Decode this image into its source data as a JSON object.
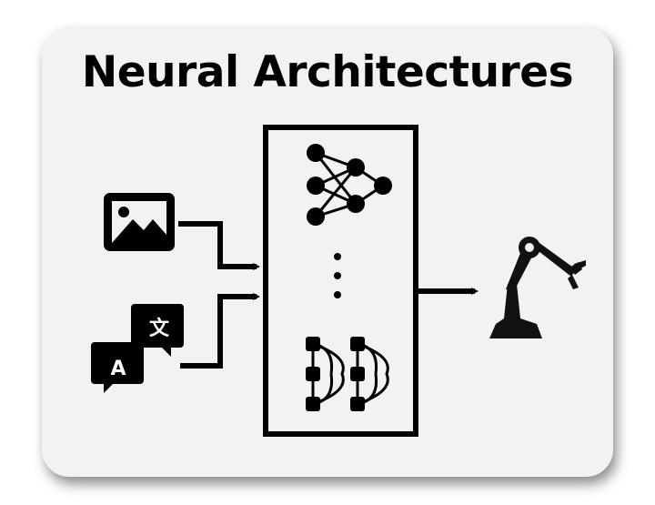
{
  "title": "Neural Architectures",
  "icons": {
    "image_input": "image-icon",
    "language_input": "translate-icon",
    "output": "robot-arm-icon",
    "top_model": "neural-network-icon",
    "bottom_model": "recurrent-network-icon",
    "between_models": "vertical-ellipsis-icon"
  },
  "translate_glyphs": {
    "source": "A",
    "target": "文"
  },
  "colors": {
    "card": "#f2f2f2",
    "ink": "#000000",
    "robot": "#111111"
  }
}
